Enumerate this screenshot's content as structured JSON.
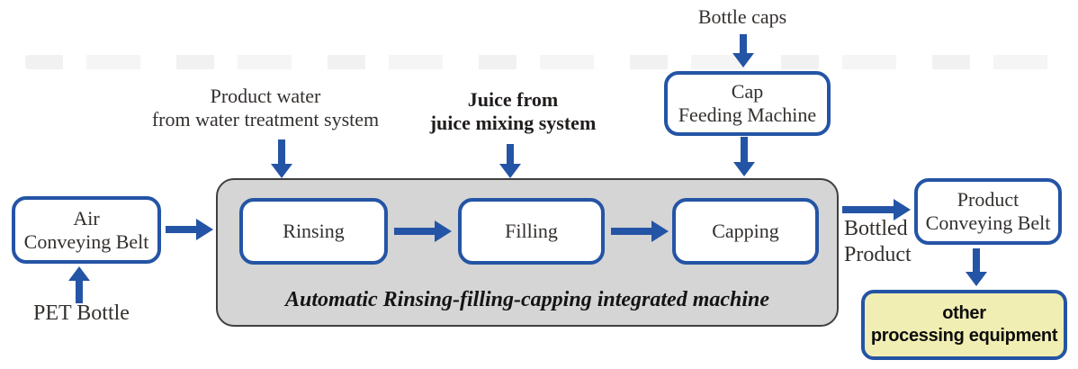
{
  "colors": {
    "blue": "#2454a5",
    "grayFill": "#d5d5d5",
    "grayBorder": "#3f3f3f",
    "yellow": "#f0eeb2",
    "ink": "#33302e"
  },
  "diagram": {
    "inputs": {
      "bottle_caps": "Bottle caps",
      "product_water": [
        "Product water",
        "from water treatment system"
      ],
      "juice": [
        "Juice from",
        "juice mixing system"
      ],
      "pet_bottle": "PET Bottle"
    },
    "nodes": {
      "air_conveying_belt": [
        "Air",
        "Conveying Belt"
      ],
      "cap_feeding_machine": [
        "Cap",
        "Feeding Machine"
      ],
      "rinsing": "Rinsing",
      "filling": "Filling",
      "capping": "Capping",
      "product_conveying_belt": [
        "Product",
        "Conveying Belt"
      ],
      "other_processing_equipment": [
        "other",
        "processing equipment"
      ]
    },
    "machine_label": "Automatic Rinsing-filling-capping integrated machine",
    "edge_labels": {
      "bottled_product": [
        "Bottled",
        "Product"
      ]
    }
  }
}
